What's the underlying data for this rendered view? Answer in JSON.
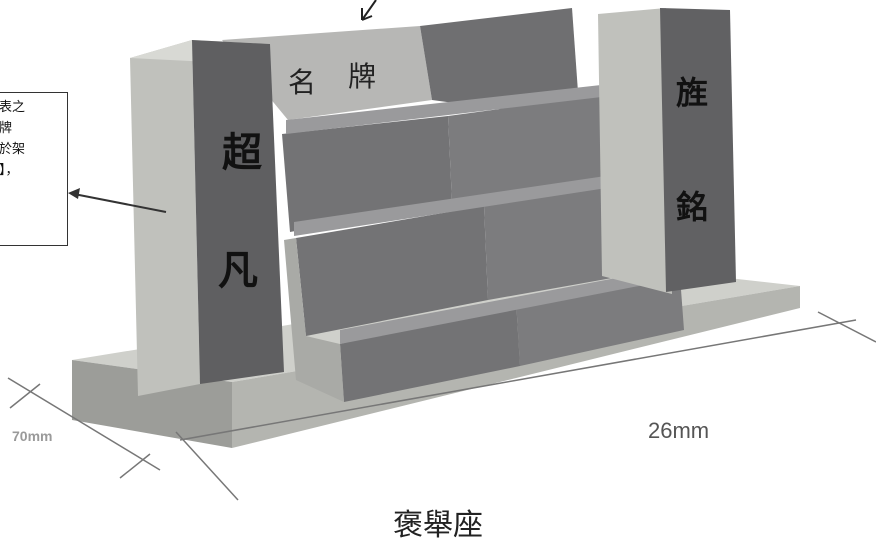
{
  "left_pillar": {
    "char_1": "超",
    "char_2": "凡"
  },
  "right_pillar": {
    "char_1": "旌",
    "char_2": "銘"
  },
  "nameplate": {
    "char_1": "名",
    "char_2": "牌"
  },
  "callout": {
    "lines": [
      "表之",
      "牌",
      "於架",
      "】，"
    ]
  },
  "dimensions": {
    "depth": "70mm",
    "width": "26mm"
  },
  "caption": "褒舉座",
  "colors": {
    "pillar_front": "#616161",
    "pillar_side": "#bfc0bb",
    "step_block": "#7d7d7f",
    "base": "#c9cbc6"
  }
}
